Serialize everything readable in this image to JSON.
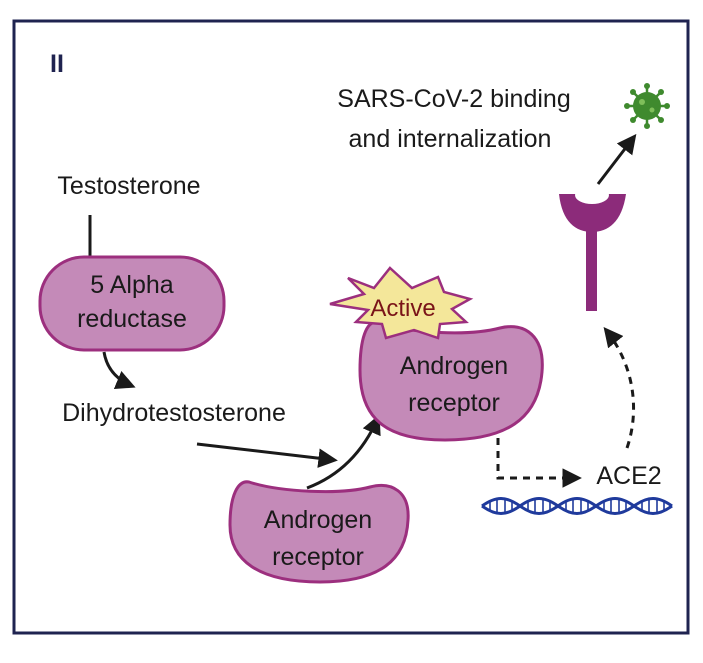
{
  "panel_label": "II",
  "nodes": {
    "testosterone": "Testosterone",
    "enzyme": [
      "5 Alpha",
      "reductase"
    ],
    "dht": "Dihydrotestosterone",
    "receptor_inactive": [
      "Androgen",
      "receptor"
    ],
    "receptor_active": [
      "Androgen",
      "receptor"
    ],
    "active_badge": "Active",
    "ace2": "ACE2",
    "sars": [
      "SARS-CoV-2 binding",
      "and internalization"
    ]
  },
  "icons": [
    "dna-icon",
    "ace2-receptor-icon",
    "virus-icon"
  ],
  "colors": {
    "frame": "#1f2350",
    "receptor_fill": "#c48ab8",
    "receptor_stroke": "#9c2f7e",
    "badge_fill": "#f4e79a",
    "badge_stroke": "#9c2f7e",
    "badge_text": "#7a1418",
    "ace2_receptor": "#8c2b7a",
    "dna": "#1f3a9c",
    "virus": "#3f8a2e"
  }
}
